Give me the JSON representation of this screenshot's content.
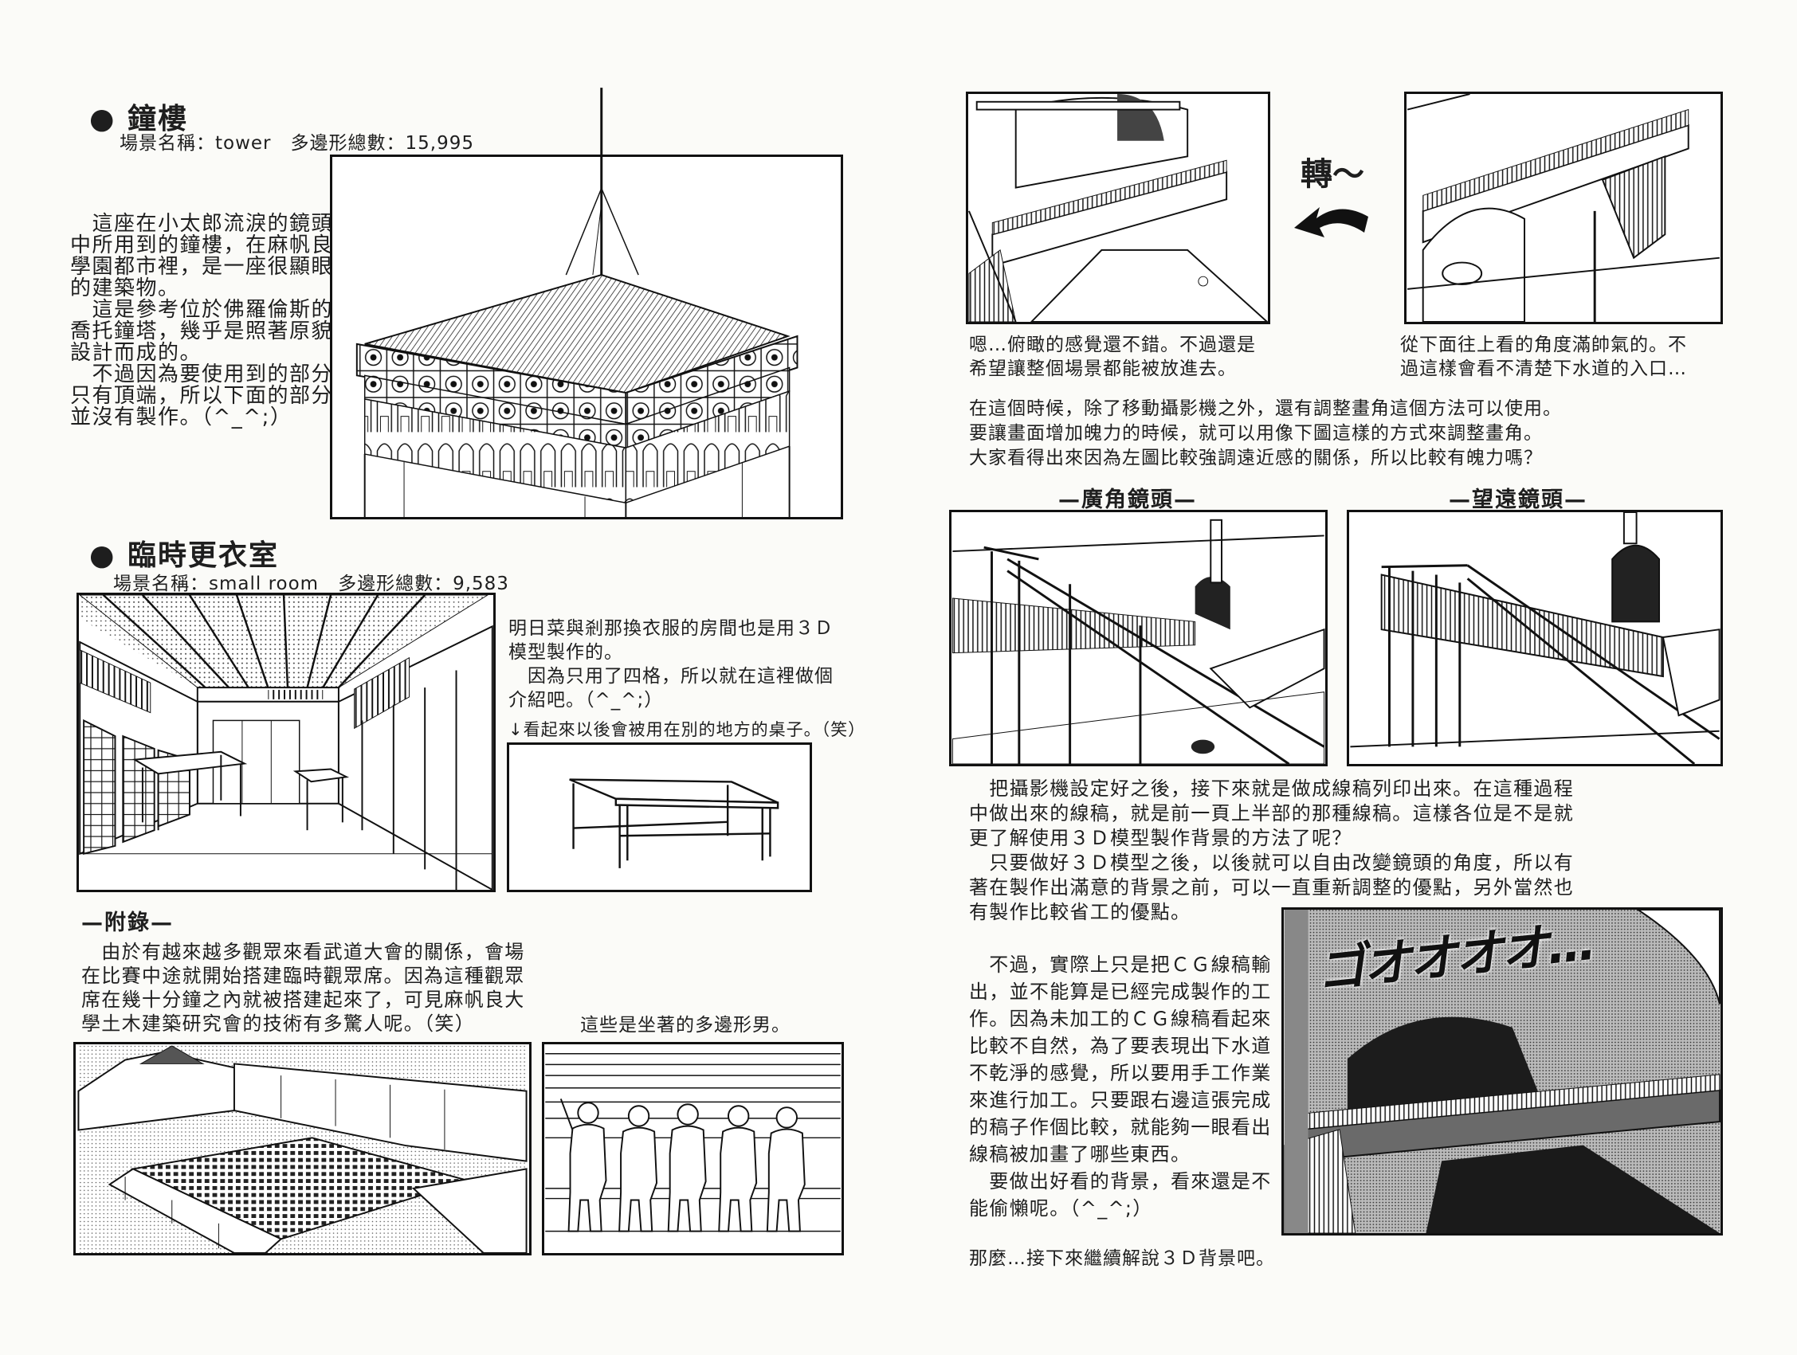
{
  "left_page": {
    "tower": {
      "title": "● 鐘樓",
      "meta": "場景名稱：tower　多邊形總數：15,995",
      "text": [
        "　這座在小太郎流淚的鏡頭",
        "中所用到的鐘樓，在麻帆良",
        "學園都市裡，是一座很顯眼",
        "的建築物。",
        "　這是參考位於佛羅倫斯的",
        "喬托鐘塔，幾乎是照著原貌",
        "設計而成的。",
        "　不過因為要使用到的部分",
        "只有頂端，所以下面的部分",
        "並沒有製作。（^_^;）"
      ]
    },
    "room": {
      "title": "● 臨時更衣室",
      "meta": "場景名稱：small room　多邊形總數：9,583",
      "text": [
        "明日菜與剎那換衣服的房間也是用３Ｄ",
        "模型製作的。",
        "　因為只用了四格，所以就在這裡做個",
        "介紹吧。（^_^;）"
      ],
      "table_caption": "↓看起來以後會被用在別的地方的桌子。（笑）"
    },
    "appendix": {
      "title": "—附錄—",
      "text": [
        "　由於有越來越多觀眾來看武道大會的關係，會場",
        "在比賽中途就開始搭建臨時觀眾席。因為這種觀眾",
        "席在幾十分鐘之內就被搭建起來了，可見麻帆良大",
        "學土木建築研究會的技術有多驚人呢。（笑）"
      ],
      "figures_caption": "這些是坐著的多邊形男。"
    }
  },
  "right_page": {
    "turn_label": "轉～",
    "caption_top_left": [
      "嗯…俯瞰的感覺還不錯。不過還是",
      "希望讓整個場景都能被放進去。"
    ],
    "caption_top_right": [
      "從下面往上看的角度滿帥氣的。不",
      "過這樣會看不清楚下水道的入口…"
    ],
    "angle_text": [
      "在這個時候，除了移動攝影機之外，還有調整畫角這個方法可以使用。",
      "要讓畫面增加魄力的時候，就可以用像下圖這樣的方式來調整畫角。",
      "大家看得出來因為左圖比較強調遠近感的關係，所以比較有魄力嗎？"
    ],
    "wide_label": "—廣角鏡頭—",
    "tele_label": "—望遠鏡頭—",
    "body_full": [
      "　把攝影機設定好之後，接下來就是做成線稿列印出來。在這種過程",
      "中做出來的線稿，就是前一頁上半部的那種線稿。這樣各位是不是就",
      "更了解使用３Ｄ模型製作背景的方法了呢？",
      "　只要做好３Ｄ模型之後，以後就可以自由改變鏡頭的角度，所以有",
      "著在製作出滿意的背景之前，可以一直重新調整的優點，另外當然也",
      "有製作比較省工的優點。"
    ],
    "body_narrow": [
      "　不過，實際上只是把ＣＧ線稿輸",
      "出，並不能算是已經完成製作的工",
      "作。因為未加工的ＣＧ線稿看起來",
      "比較不自然，為了要表現出下水道",
      "不乾淨的感覺，所以要用手工作業",
      "來進行加工。只要跟右邊這張完成",
      "的稿子作個比較，就能夠一眼看出",
      "線稿被加畫了哪些東西。",
      "　要做出好看的背景，看來還是不",
      "能偷懶呢。（^_^;）"
    ],
    "sfx": "ゴオオオオ…",
    "closing": "那麼…接下來繼續解說３Ｄ背景吧。"
  }
}
